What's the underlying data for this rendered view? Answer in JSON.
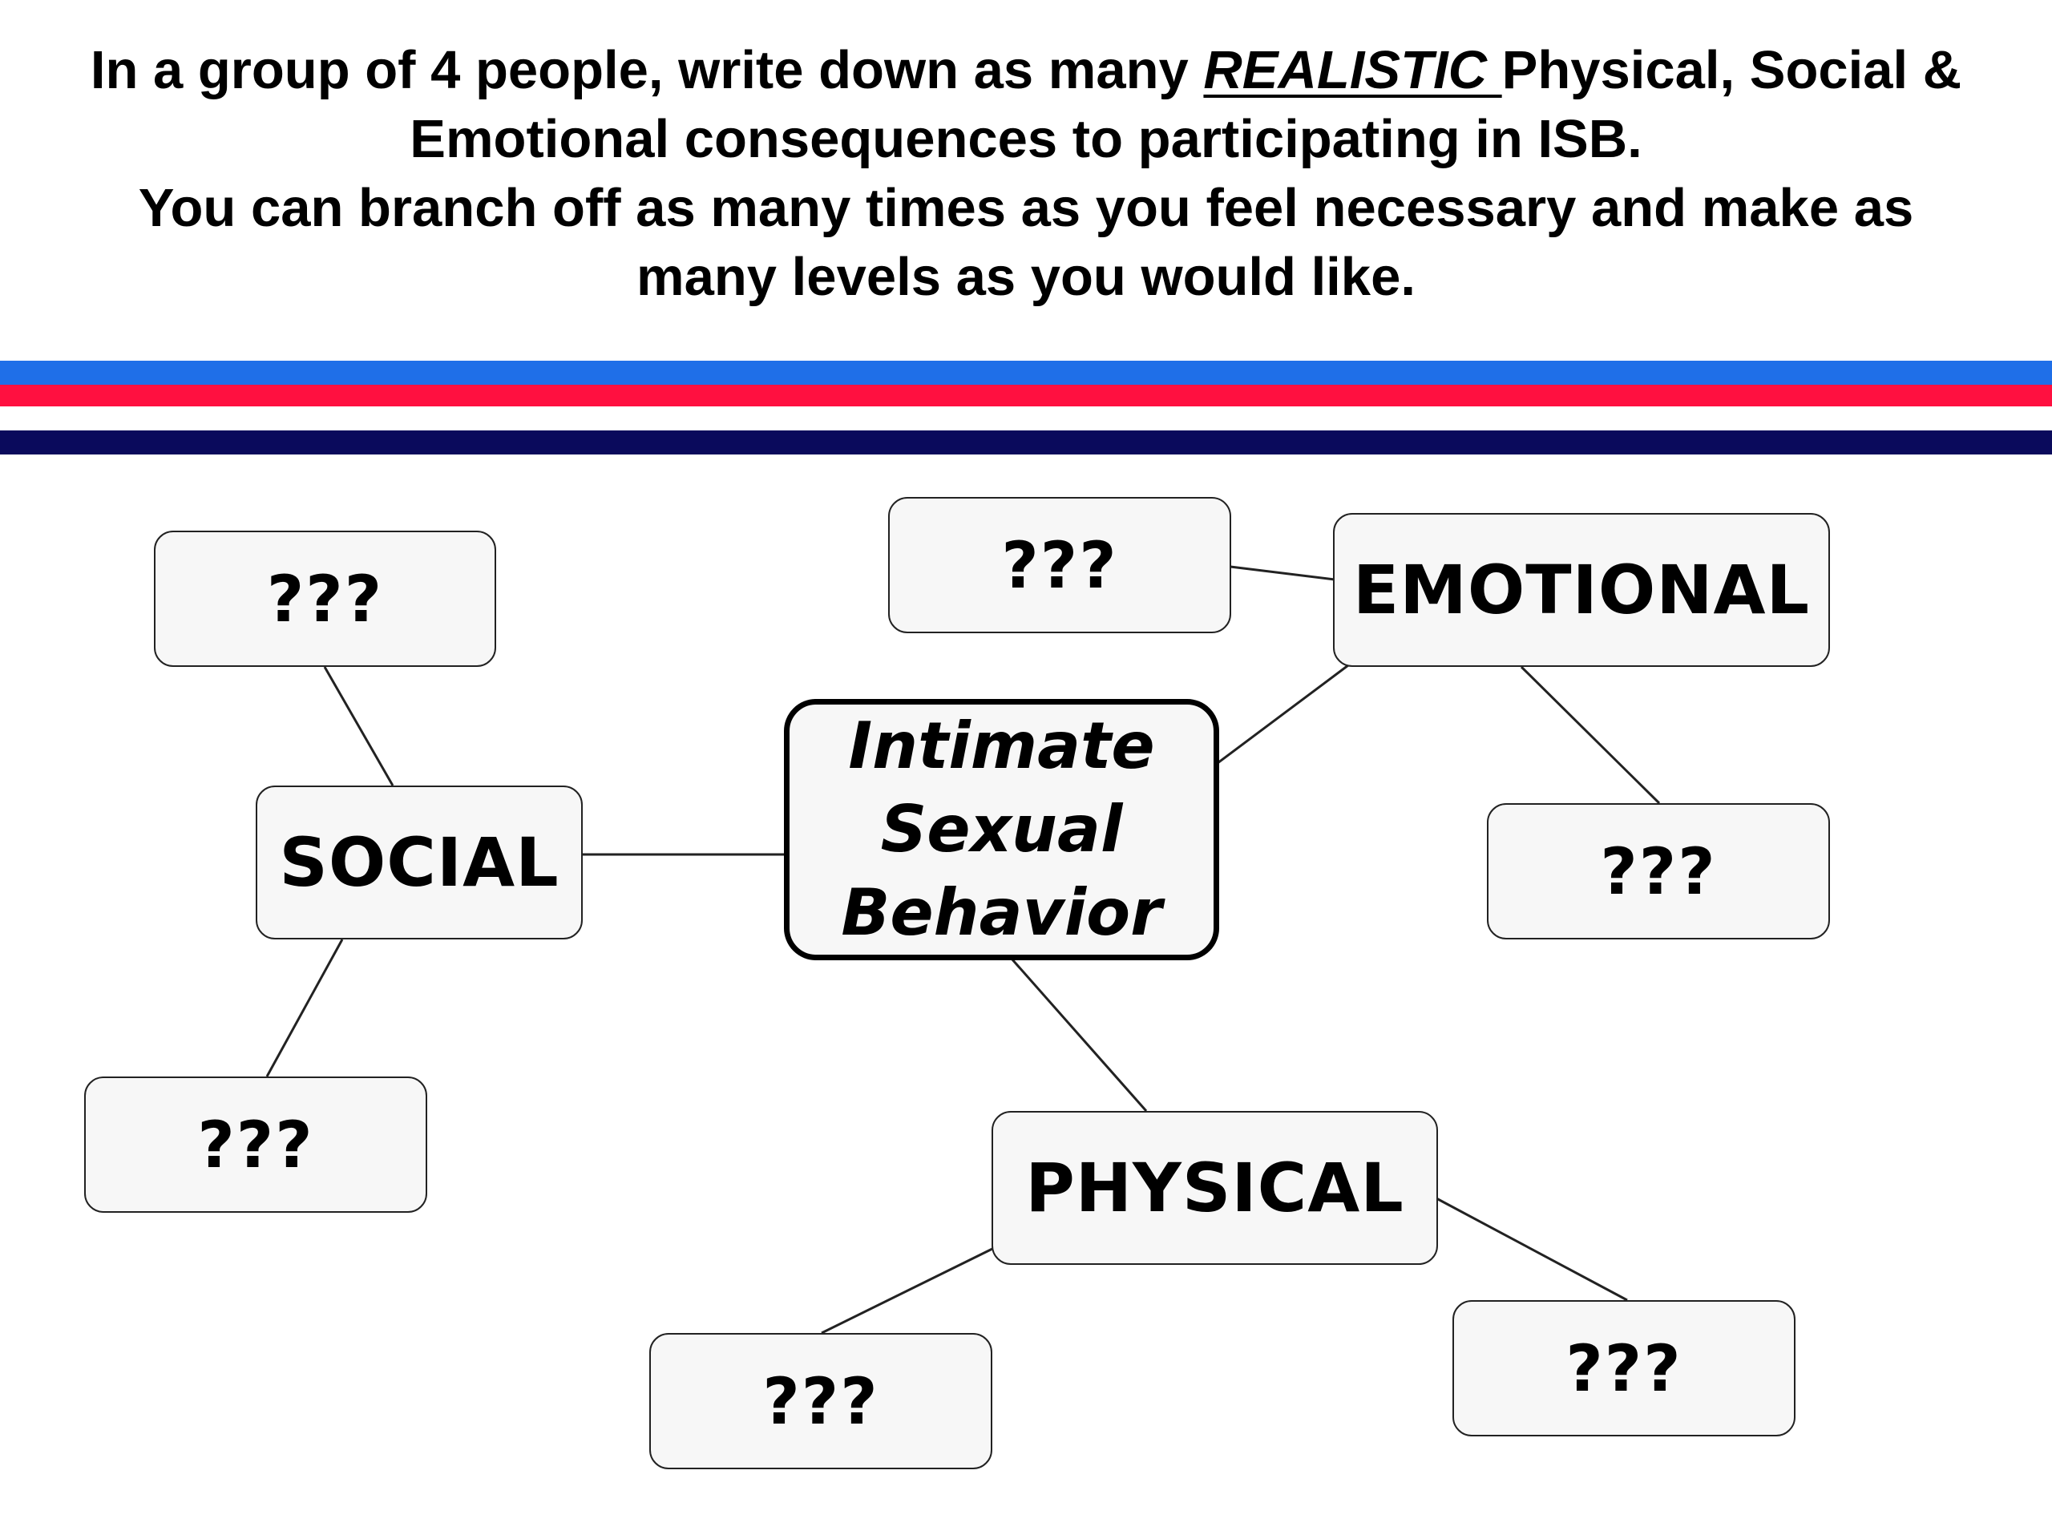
{
  "instructions": {
    "line1_a": "In a group of 4 people, write down as many ",
    "line1_emph": "REALISTIC ",
    "line1_b": "Physical, Social &",
    "line2": "Emotional consequences to participating in ISB.",
    "line3": "You can branch off as many times as you feel necessary and make as",
    "line4": "many levels as you would like."
  },
  "colors": {
    "stripe_blue": "#1f6fe8",
    "stripe_red": "#ff1040",
    "stripe_navy": "#0a0a5c",
    "node_fill": "#f7f7f7",
    "line": "#222222"
  },
  "diagram": {
    "center": {
      "line1": "Intimate",
      "line2": "Sexual",
      "line3": "Behavior"
    },
    "categories": {
      "social": "SOCIAL",
      "emotional": "EMOTIONAL",
      "physical": "PHYSICAL"
    },
    "placeholders": {
      "social_top": "???",
      "social_bottom": "???",
      "emotional_left": "???",
      "emotional_bottom": "???",
      "physical_left": "???",
      "physical_right": "???"
    }
  }
}
